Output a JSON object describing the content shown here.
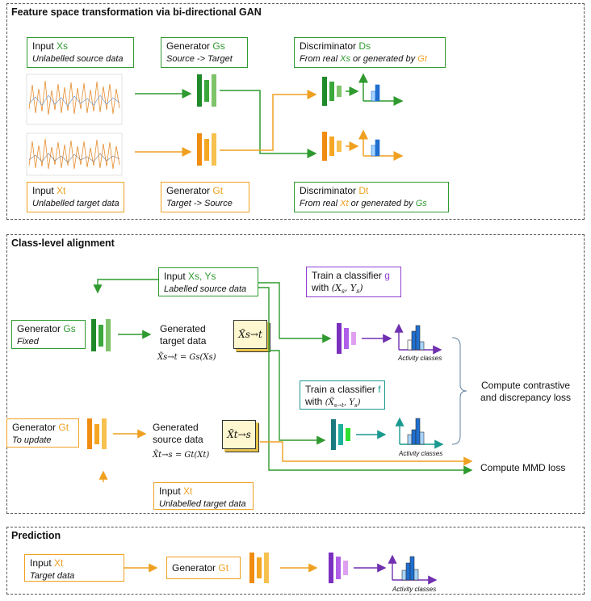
{
  "colors": {
    "green": "#2f9a2f",
    "orange": "#f0a020",
    "purple": "#9040d0",
    "teal": "#1a9a90",
    "blue": "#1f6fd0"
  },
  "s1": {
    "title": "Feature space transformation via bi-directional GAN",
    "input_xs": {
      "prefix": "Input ",
      "var": "Xs",
      "sub": "Unlabelled source data"
    },
    "gen_gs": {
      "prefix": "Generator ",
      "var": "Gs",
      "sub": "Source -> Target"
    },
    "disc_ds": {
      "prefix": "Discriminator ",
      "var": "Ds",
      "sub_a": "From real ",
      "sub_var1": "Xs",
      "sub_b": " or generated by ",
      "sub_var2": "Gt"
    },
    "input_xt": {
      "prefix": "Input ",
      "var": "Xt",
      "sub": "Unlabelled target data"
    },
    "gen_gt": {
      "prefix": "Generator ",
      "var": "Gt",
      "sub": "Target -> Source"
    },
    "disc_dt": {
      "prefix": "Discriminator ",
      "var": "Dt",
      "sub_a": "From real ",
      "sub_var1": "Xt",
      "sub_b": " or generated by ",
      "sub_var2": "Gs"
    }
  },
  "s2": {
    "title": "Class-level alignment",
    "input_xsys": {
      "prefix": "Input ",
      "var": "Xs, Ys",
      "sub": "Labelled source data"
    },
    "classifier_g": {
      "line1_prefix": "Train a classifier ",
      "var": "g",
      "line2": "with (X",
      "line2_tail": "s",
      "line2_end": ", Y",
      "line2_tail2": "s",
      "line2_close": ")"
    },
    "gen_gs": {
      "prefix": "Generator ",
      "var": "Gs",
      "sub": "Fixed"
    },
    "gen_target_label": [
      "Generated",
      "target data"
    ],
    "gen_target_formula": "X̃s→t = Gs(Xs)",
    "cube_st": "X̃s→t",
    "activity_label_1": "Activity classes",
    "classifier_f": {
      "line1_prefix": "Train a classifier ",
      "var": "f",
      "line2": "with (X̃s→t, Ys)"
    },
    "contrastive": [
      "Compute contrastive",
      "and discrepancy loss"
    ],
    "gen_gt": {
      "prefix": "Generator ",
      "var": "Gt",
      "sub": "To update"
    },
    "gen_source_label": [
      "Generated",
      "source data"
    ],
    "gen_source_formula": "X̃t→s = Gt(Xt)",
    "cube_ts": "X̃t→s",
    "activity_label_2": "Activity classes",
    "mmd": "Compute MMD loss",
    "input_xt": {
      "prefix": "Input ",
      "var": "Xt",
      "sub": "Unlabelled target data"
    }
  },
  "s3": {
    "title": "Prediction",
    "input_xt": {
      "prefix": "Input ",
      "var": "Xt",
      "sub": "Target data"
    },
    "gen_gt": {
      "prefix": "Generator ",
      "var": "Gt"
    },
    "activity_label": "Activity classes"
  }
}
